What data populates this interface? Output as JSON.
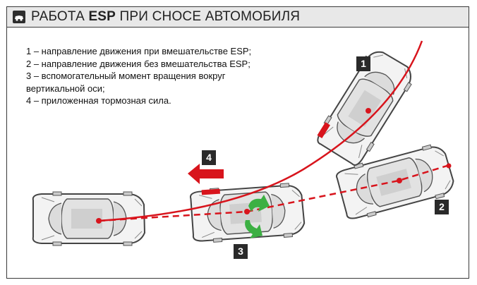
{
  "header": {
    "icon": "car-skid-icon",
    "title_prefix": "РАБОТА ",
    "title_bold": "ESP",
    "title_suffix": " ПРИ СНОСЕ АВТОМОБИЛЯ"
  },
  "legend": [
    "1 – направление движения при вмешательстве ESP;",
    "2 – направление движения без вмешательства ESP;",
    "3 – вспомогательный момент вращения вокруг",
    "вертикальной оси;",
    "4 – приложенная тормозная сила."
  ],
  "markers": {
    "m1": "1",
    "m2": "2",
    "m3": "3",
    "m4": "4"
  },
  "colors": {
    "path": "#d8141c",
    "moment_arrows": "#3cb043",
    "brake_arrow": "#d8141c",
    "car_body": "#f2f2f2",
    "car_outline": "#444444"
  }
}
